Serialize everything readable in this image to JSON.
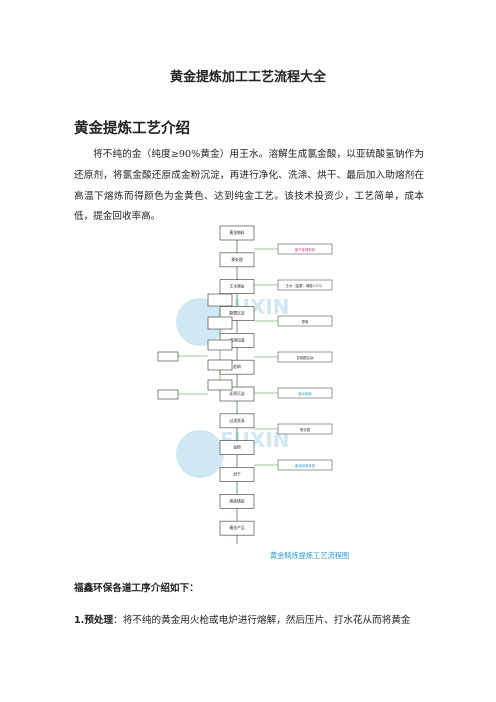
{
  "doc": {
    "title": "黄金提炼加工工艺流程大全",
    "heading": "黄金提炼工艺介绍",
    "intro": "将不纯的金（纯度≥90%黄金）用王水。溶解生成氯金酸，以亚硫酸氢钠作为还原剂，将氯金酸还原成金粉沉淀，再进行净化、洗涤、烘干、最后加入助熔剂在高温下熔炼而得颜色为金黄色、达到纯金工艺。该技术投资少，工艺简单，成本低，提金回收率高。",
    "section_title": "福鑫环保各道工序介绍如下：",
    "step1_label": "1.预处理",
    "step1_text": "：将不纯的黄金用火枪或电炉进行熔解，然后压片、打水花从而将黄金"
  },
  "flowchart": {
    "caption": "黄金精炼提炼工艺流程图",
    "watermark": "FUXIN",
    "boxes": [
      {
        "label": "黄金物料"
      },
      {
        "label": "预处理"
      },
      {
        "label": "王水溶金"
      },
      {
        "label": "静置沉淀"
      },
      {
        "label": "滤液加温"
      },
      {
        "label": "赶硝"
      },
      {
        "label": "还原沉淀"
      },
      {
        "label": "过滤洗涤"
      },
      {
        "label": "金粉"
      },
      {
        "label": "烘干"
      },
      {
        "label": "熔炼铸锭"
      },
      {
        "label": "精金产品"
      }
    ],
    "side_labels": [
      {
        "label": "废气处理系统"
      },
      {
        "label": "王水（盐酸：硝酸=3:1）"
      },
      {
        "label": "尿素"
      },
      {
        "label": "亚硫酸氢钠"
      },
      {
        "label": "废水回收"
      },
      {
        "label": "氯化银"
      },
      {
        "label": "废液回收系统"
      }
    ]
  }
}
